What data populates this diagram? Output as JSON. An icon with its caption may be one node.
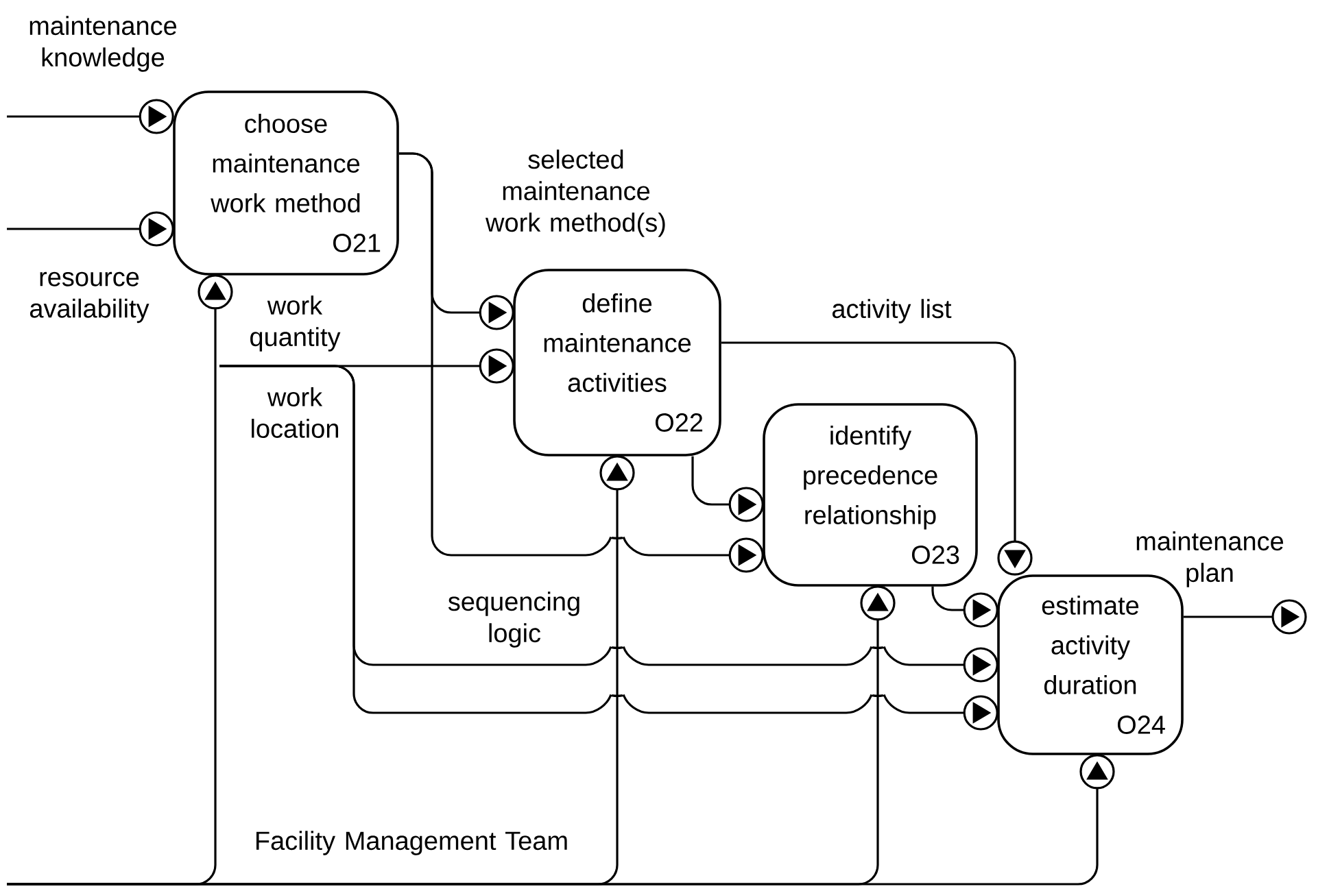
{
  "diagram": {
    "nodes": [
      {
        "text": [
          "choose maintenance work method",
          "O21"
        ]
      },
      {
        "text": [
          "define maintenance activities",
          "O22"
        ]
      },
      {
        "text": [
          "identify precedence relationship",
          "O23"
        ]
      },
      {
        "text": [
          "estimate activity duration",
          "O24"
        ]
      }
    ],
    "edges": [
      {
        "from": null,
        "to": 0,
        "arrow": "to",
        "label": "maintenance knowledge"
      },
      {
        "from": null,
        "to": 0,
        "arrow": "to",
        "label": "resource availability"
      },
      {
        "from": 0,
        "to": 1,
        "arrow": "to",
        "label": "selected maintenance work method(s)"
      },
      {
        "from": 0,
        "to": 2,
        "arrow": "to"
      },
      {
        "from": null,
        "to": 1,
        "arrow": "to",
        "label": "work quantity"
      },
      {
        "from": null,
        "to": 3,
        "arrow": "to",
        "label": "sequencing logic"
      },
      {
        "from": null,
        "to": 3,
        "arrow": "to",
        "label": "work location"
      },
      {
        "from": 1,
        "to": 2,
        "arrow": "to"
      },
      {
        "from": 1,
        "to": 3,
        "arrow": "to",
        "label": "activity list"
      },
      {
        "from": 2,
        "to": 3,
        "arrow": "to"
      },
      {
        "from": 3,
        "to": null,
        "arrow": "to",
        "label": "maintenance plan"
      },
      {
        "from": null,
        "to": 0,
        "arrow": "to"
      },
      {
        "from": null,
        "to": 1,
        "arrow": "to",
        "label": "Facility Management Team"
      },
      {
        "from": null,
        "to": 2,
        "arrow": "to"
      },
      {
        "from": null,
        "to": 3,
        "arrow": "to"
      }
    ]
  }
}
